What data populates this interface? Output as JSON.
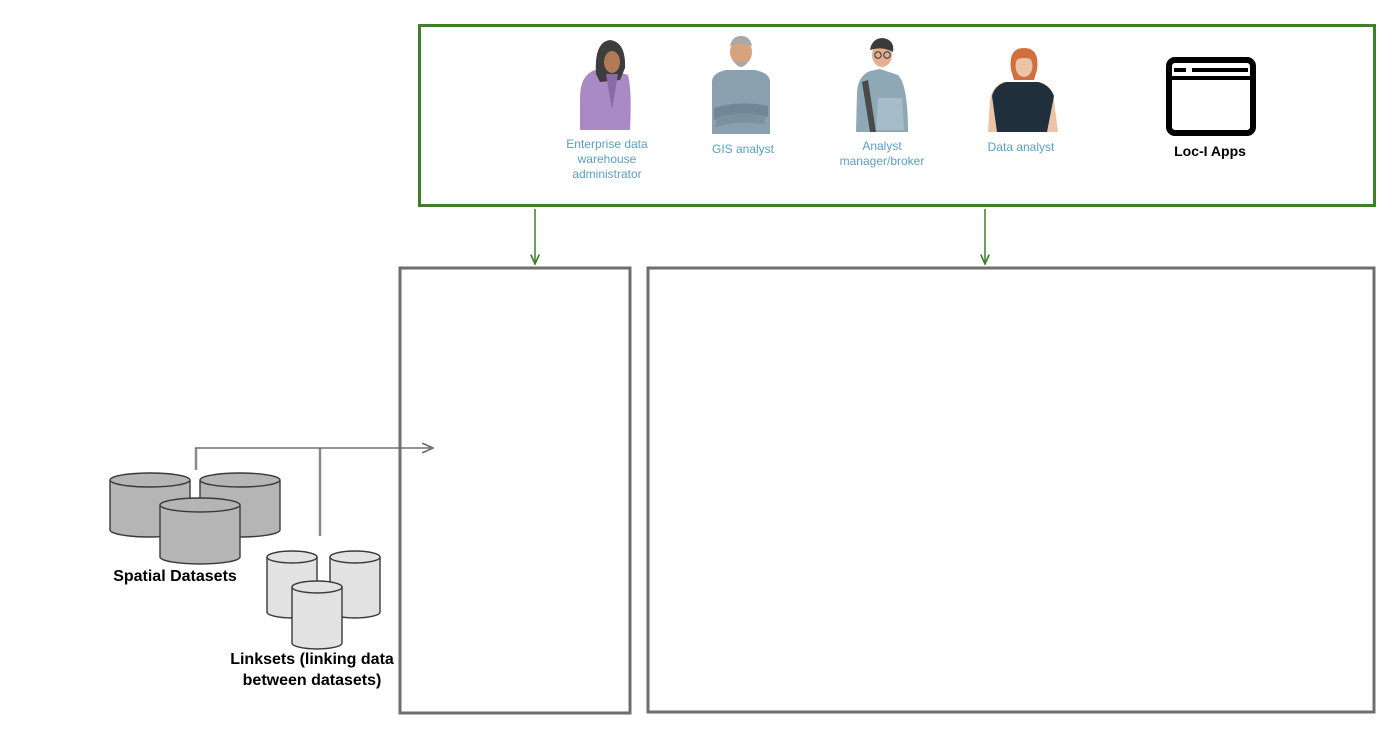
{
  "users": {
    "personas": [
      {
        "label": "Enterprise data warehouse administrator",
        "icon": "woman-hijab-icon"
      },
      {
        "label": "GIS analyst",
        "icon": "bearded-man-icon"
      },
      {
        "label": "Analyst manager/broker",
        "icon": "woman-glasses-icon"
      },
      {
        "label": "Data analyst",
        "icon": "woman-red-hair-icon"
      }
    ],
    "apps_label": "Loc-I Apps",
    "apps_icon": "browser-window-icon"
  },
  "sources": {
    "spatial_datasets_label": "Spatial Datasets",
    "linksets_label": "Linksets (linking data between datasets)"
  },
  "colors": {
    "users_box_border": "#3f7e2a",
    "arrow_green": "#3f7e2a",
    "panel_border": "#6e6e6e",
    "dataset_fill": "#b5b5b5",
    "linkset_fill": "#e2e2e2",
    "persona_text": "#5a9fc0"
  }
}
